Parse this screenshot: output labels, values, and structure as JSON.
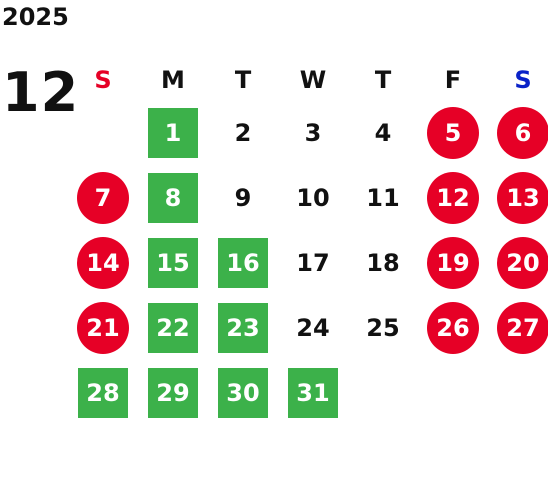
{
  "calendar": {
    "year": "2025",
    "month": "12",
    "weekdays": [
      {
        "label": "S",
        "color": "#e60026"
      },
      {
        "label": "M",
        "color": "#111111"
      },
      {
        "label": "T",
        "color": "#111111"
      },
      {
        "label": "W",
        "color": "#111111"
      },
      {
        "label": "T",
        "color": "#111111"
      },
      {
        "label": "F",
        "color": "#111111"
      },
      {
        "label": "S",
        "color": "#0a22c8"
      }
    ],
    "start_weekday_index": 1,
    "days": [
      {
        "n": "1",
        "mark": "green"
      },
      {
        "n": "2",
        "mark": "none"
      },
      {
        "n": "3",
        "mark": "none"
      },
      {
        "n": "4",
        "mark": "none"
      },
      {
        "n": "5",
        "mark": "red"
      },
      {
        "n": "6",
        "mark": "red"
      },
      {
        "n": "7",
        "mark": "red"
      },
      {
        "n": "8",
        "mark": "green"
      },
      {
        "n": "9",
        "mark": "none"
      },
      {
        "n": "10",
        "mark": "none"
      },
      {
        "n": "11",
        "mark": "none"
      },
      {
        "n": "12",
        "mark": "red"
      },
      {
        "n": "13",
        "mark": "red"
      },
      {
        "n": "14",
        "mark": "red"
      },
      {
        "n": "15",
        "mark": "green"
      },
      {
        "n": "16",
        "mark": "green"
      },
      {
        "n": "17",
        "mark": "none"
      },
      {
        "n": "18",
        "mark": "none"
      },
      {
        "n": "19",
        "mark": "red"
      },
      {
        "n": "20",
        "mark": "red"
      },
      {
        "n": "21",
        "mark": "red"
      },
      {
        "n": "22",
        "mark": "green"
      },
      {
        "n": "23",
        "mark": "green"
      },
      {
        "n": "24",
        "mark": "none"
      },
      {
        "n": "25",
        "mark": "none"
      },
      {
        "n": "26",
        "mark": "red"
      },
      {
        "n": "27",
        "mark": "red"
      },
      {
        "n": "28",
        "mark": "green"
      },
      {
        "n": "29",
        "mark": "green"
      },
      {
        "n": "30",
        "mark": "green"
      },
      {
        "n": "31",
        "mark": "green"
      }
    ],
    "colors": {
      "red_mark": "#e60026",
      "green_mark": "#3cb14a",
      "text": "#111111"
    }
  }
}
